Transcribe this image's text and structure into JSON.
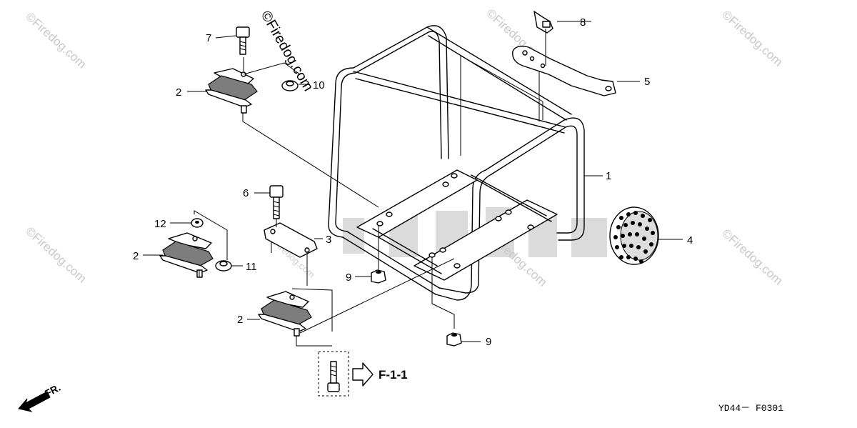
{
  "callouts": {
    "c1": "1",
    "c2a": "2",
    "c2b": "2",
    "c2c": "2",
    "c3": "3",
    "c4": "4",
    "c5": "5",
    "c6": "6",
    "c7": "7",
    "c8": "8",
    "c9a": "9",
    "c9b": "9",
    "c10": "10",
    "c11": "11",
    "c12": "12"
  },
  "reference": "F-1-1",
  "front_label": "FR.",
  "diagram_code": "YD44－ F0301",
  "watermarks": {
    "main": "©Firedog.com",
    "repeat": "©Firedog.com",
    "brand": "HONDA"
  },
  "colors": {
    "ink": "#000000",
    "background": "#ffffff",
    "watermark": "#c8c8c8"
  },
  "icons": {
    "front_arrow": "arrow-front-icon",
    "reference_arrow": "hollow-arrow-icon"
  }
}
